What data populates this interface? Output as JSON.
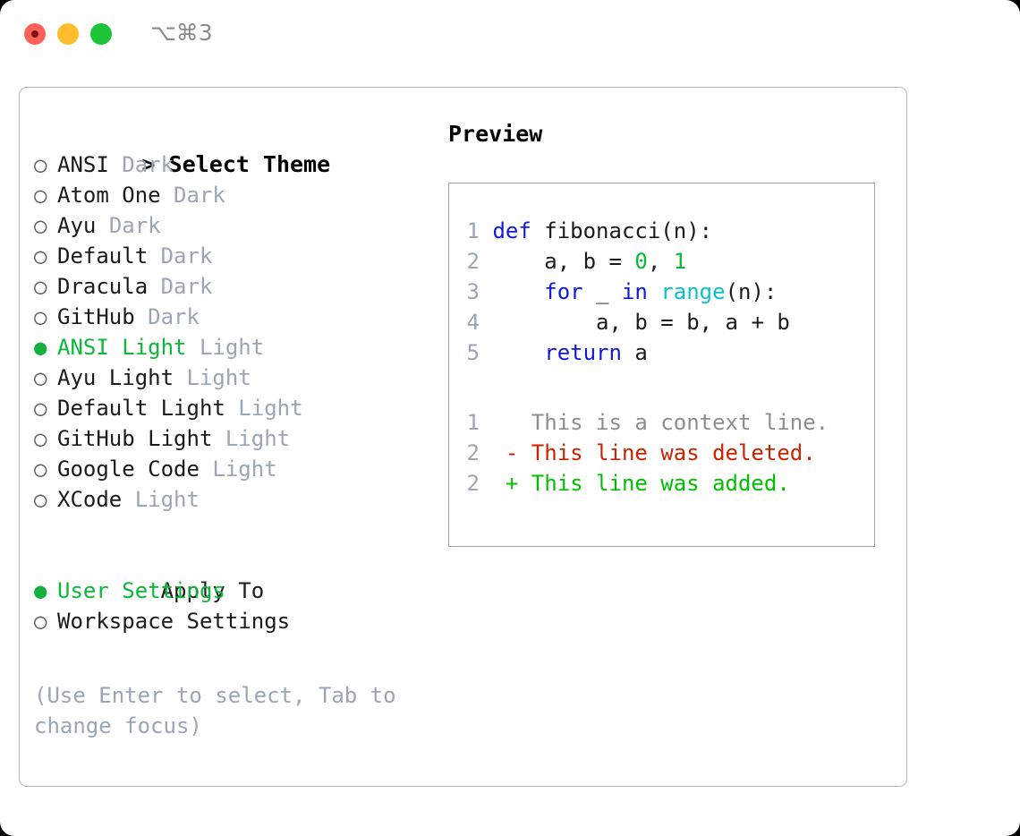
{
  "window": {
    "shortcut": "⌥⌘3",
    "traffic_lights": [
      "close",
      "minimize",
      "maximize"
    ]
  },
  "theme_panel": {
    "header_caret": ">",
    "header": "Select Theme",
    "bullet_on": "●",
    "bullet_off": "○",
    "items": [
      {
        "name": "ANSI",
        "kind": "Dark",
        "selected": false
      },
      {
        "name": "Atom One",
        "kind": "Dark",
        "selected": false
      },
      {
        "name": "Ayu",
        "kind": "Dark",
        "selected": false
      },
      {
        "name": "Default",
        "kind": "Dark",
        "selected": false
      },
      {
        "name": "Dracula",
        "kind": "Dark",
        "selected": false
      },
      {
        "name": "GitHub",
        "kind": "Dark",
        "selected": false
      },
      {
        "name": "ANSI Light",
        "kind": "Light",
        "selected": true
      },
      {
        "name": "Ayu Light",
        "kind": "Light",
        "selected": false
      },
      {
        "name": "Default Light",
        "kind": "Light",
        "selected": false
      },
      {
        "name": "GitHub Light",
        "kind": "Light",
        "selected": false
      },
      {
        "name": "Google Code",
        "kind": "Light",
        "selected": false
      },
      {
        "name": "XCode",
        "kind": "Light",
        "selected": false
      }
    ]
  },
  "apply_to": {
    "header": "Apply To",
    "items": [
      {
        "name": "User Settings",
        "selected": true
      },
      {
        "name": "Workspace Settings",
        "selected": false
      }
    ]
  },
  "hint": "(Use Enter to select, Tab to change focus)",
  "preview": {
    "title": "Preview",
    "code_lines": [
      {
        "no": "1",
        "tokens": [
          {
            "t": "def",
            "c": "kw"
          },
          {
            "t": " fibonacci(n):",
            "c": "plain"
          }
        ]
      },
      {
        "no": "2",
        "tokens": [
          {
            "t": "    a, b = ",
            "c": "plain"
          },
          {
            "t": "0",
            "c": "num"
          },
          {
            "t": ", ",
            "c": "plain"
          },
          {
            "t": "1",
            "c": "num"
          }
        ]
      },
      {
        "no": "3",
        "tokens": [
          {
            "t": "    ",
            "c": "plain"
          },
          {
            "t": "for",
            "c": "kw"
          },
          {
            "t": " _ ",
            "c": "plain"
          },
          {
            "t": "in",
            "c": "kw"
          },
          {
            "t": " ",
            "c": "plain"
          },
          {
            "t": "range",
            "c": "fn"
          },
          {
            "t": "(n):",
            "c": "plain"
          }
        ]
      },
      {
        "no": "4",
        "tokens": [
          {
            "t": "        a, b = b, a + b",
            "c": "plain"
          }
        ]
      },
      {
        "no": "5",
        "tokens": [
          {
            "t": "    ",
            "c": "plain"
          },
          {
            "t": "return",
            "c": "kw"
          },
          {
            "t": " a",
            "c": "plain"
          }
        ]
      }
    ],
    "diff_lines": [
      {
        "no": "1",
        "marker": " ",
        "text": "This is a context line.",
        "kind": "context"
      },
      {
        "no": "2",
        "marker": "-",
        "text": "This line was deleted.",
        "kind": "del"
      },
      {
        "no": "2",
        "marker": "+",
        "text": "This line was added.",
        "kind": "add"
      }
    ]
  },
  "colors": {
    "accent_green": "#0bb83a",
    "muted": "#9aa6b6",
    "keyword_blue": "#1118dd",
    "function_cyan": "#0bc0c8",
    "diff_del_red": "#cc2200",
    "diff_add_green": "#00c000",
    "border": "#aeb7c4"
  }
}
